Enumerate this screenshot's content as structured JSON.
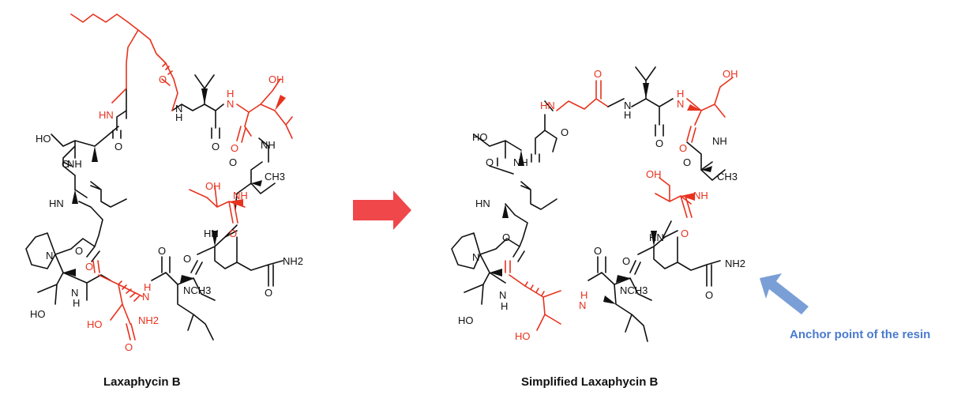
{
  "captions": {
    "left": "Laxaphycin B",
    "right": "Simplified Laxaphycin B"
  },
  "annotation": {
    "anchor_label": "Anchor point of the resin"
  },
  "atom_labels": {
    "left": [
      {
        "text": "HN",
        "color": "red"
      },
      {
        "text": "O",
        "color": "red"
      },
      {
        "text": "H",
        "color": "black"
      },
      {
        "text": "N",
        "color": "black"
      },
      {
        "text": "O",
        "color": "black"
      },
      {
        "text": "H",
        "color": "red"
      },
      {
        "text": "N",
        "color": "red"
      },
      {
        "text": "OH",
        "color": "red"
      },
      {
        "text": "O",
        "color": "red"
      },
      {
        "text": "NH",
        "color": "black"
      },
      {
        "text": "HO",
        "color": "black"
      },
      {
        "text": "O",
        "color": "black"
      },
      {
        "text": "NH",
        "color": "black"
      },
      {
        "text": "O",
        "color": "black"
      },
      {
        "text": "CH3",
        "color": "black"
      },
      {
        "text": "OH",
        "color": "red"
      },
      {
        "text": "NH",
        "color": "red"
      },
      {
        "text": "HN",
        "color": "black"
      },
      {
        "text": "O",
        "color": "black"
      },
      {
        "text": "N",
        "color": "black"
      },
      {
        "text": "HN",
        "color": "black"
      },
      {
        "text": "O",
        "color": "red"
      },
      {
        "text": "O",
        "color": "black"
      },
      {
        "text": "O",
        "color": "black"
      },
      {
        "text": "NH2",
        "color": "black"
      },
      {
        "text": "O",
        "color": "red"
      },
      {
        "text": "O",
        "color": "black"
      },
      {
        "text": "N",
        "color": "black"
      },
      {
        "text": "H",
        "color": "black"
      },
      {
        "text": "H",
        "color": "red"
      },
      {
        "text": "N",
        "color": "red"
      },
      {
        "text": "NCH3",
        "color": "black"
      },
      {
        "text": "O",
        "color": "black"
      },
      {
        "text": "HO",
        "color": "black"
      },
      {
        "text": "HO",
        "color": "red"
      },
      {
        "text": "NH2",
        "color": "red"
      },
      {
        "text": "O",
        "color": "red"
      }
    ],
    "right": [
      {
        "text": "O",
        "color": "red"
      },
      {
        "text": "HN",
        "color": "red"
      },
      {
        "text": "H",
        "color": "black"
      },
      {
        "text": "N",
        "color": "black"
      },
      {
        "text": "O",
        "color": "black"
      },
      {
        "text": "H",
        "color": "red"
      },
      {
        "text": "N",
        "color": "red"
      },
      {
        "text": "OH",
        "color": "red"
      },
      {
        "text": "O",
        "color": "red"
      },
      {
        "text": "NH",
        "color": "black"
      },
      {
        "text": "HO",
        "color": "black"
      },
      {
        "text": "O",
        "color": "black"
      },
      {
        "text": "NH",
        "color": "black"
      },
      {
        "text": "O",
        "color": "black"
      },
      {
        "text": "CH3",
        "color": "black"
      },
      {
        "text": "OH",
        "color": "red"
      },
      {
        "text": "NH",
        "color": "red"
      },
      {
        "text": "HN",
        "color": "black"
      },
      {
        "text": "O",
        "color": "black"
      },
      {
        "text": "N",
        "color": "black"
      },
      {
        "text": "HN",
        "color": "black"
      },
      {
        "text": "O",
        "color": "red"
      },
      {
        "text": "O",
        "color": "black"
      },
      {
        "text": "O",
        "color": "black"
      },
      {
        "text": "NH2",
        "color": "black"
      },
      {
        "text": "O",
        "color": "black"
      },
      {
        "text": "N",
        "color": "black"
      },
      {
        "text": "H",
        "color": "black"
      },
      {
        "text": "H",
        "color": "red"
      },
      {
        "text": "N",
        "color": "red"
      },
      {
        "text": "NCH3",
        "color": "black"
      },
      {
        "text": "O",
        "color": "black"
      },
      {
        "text": "HO",
        "color": "black"
      },
      {
        "text": "HO",
        "color": "red"
      }
    ]
  },
  "colors": {
    "black": "#111111",
    "red": "#e8321e",
    "transform_arrow": "#f0474a",
    "anchor_arrow": "#7a9fd6",
    "anchor_text": "#4a7bd0",
    "background": "#ffffff"
  },
  "icons": {
    "transform_arrow": "right-arrow-icon",
    "anchor_arrow": "diagonal-arrow-icon"
  }
}
